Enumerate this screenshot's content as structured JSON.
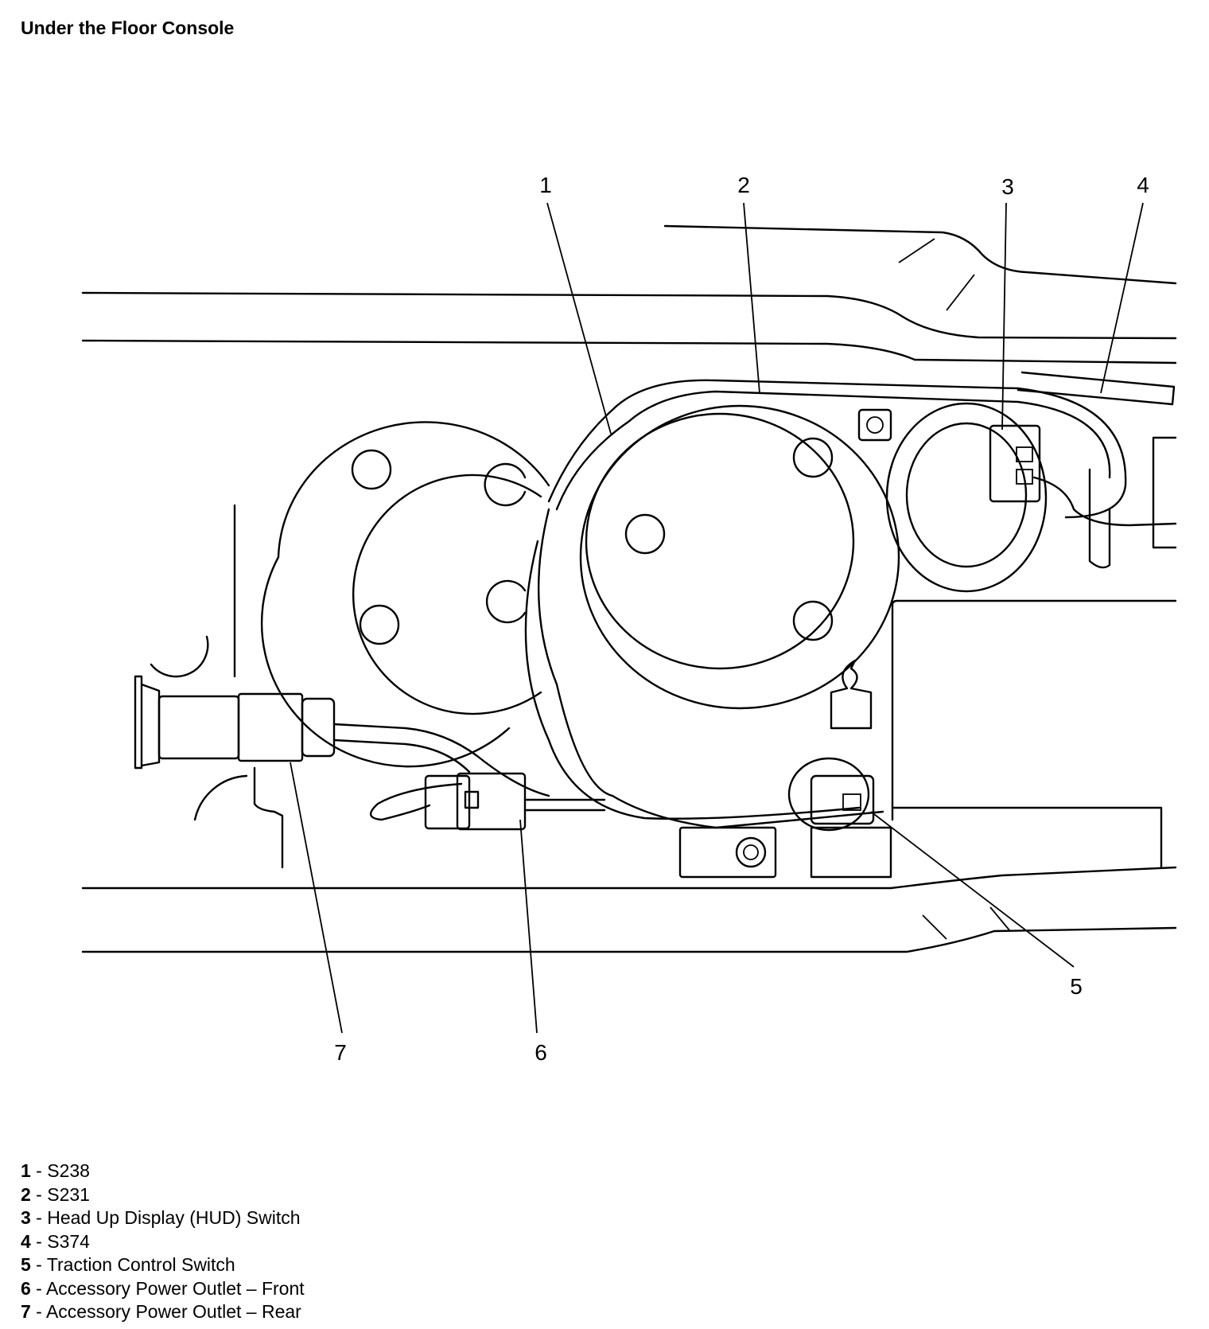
{
  "title": "Under the Floor Console",
  "callouts": [
    {
      "num": "1"
    },
    {
      "num": "2"
    },
    {
      "num": "3"
    },
    {
      "num": "4"
    },
    {
      "num": "5"
    },
    {
      "num": "6"
    },
    {
      "num": "7"
    }
  ],
  "legend": [
    {
      "num": "1",
      "sep": " - ",
      "label": "S238"
    },
    {
      "num": "2",
      "sep": " - ",
      "label": "S231"
    },
    {
      "num": "3",
      "sep": " - ",
      "label": "Head Up Display (HUD) Switch"
    },
    {
      "num": "4",
      "sep": " - ",
      "label": "S374"
    },
    {
      "num": "5",
      "sep": " - ",
      "label": "Traction Control Switch"
    },
    {
      "num": "6",
      "sep": " - ",
      "label": "Accessory Power Outlet – Front"
    },
    {
      "num": "7",
      "sep": " - ",
      "label": "Accessory Power Outlet – Rear"
    }
  ]
}
